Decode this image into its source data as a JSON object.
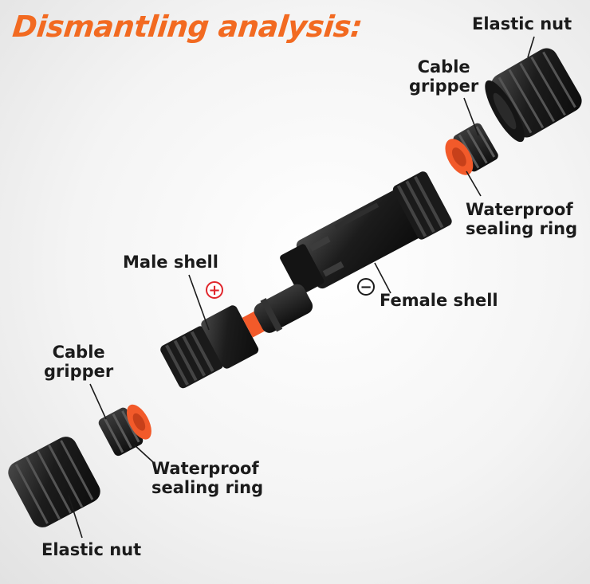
{
  "title": "Dismantling analysis:",
  "labels": {
    "elastic_nut_top": "Elastic nut",
    "cable_gripper_top_line1": "Cable",
    "cable_gripper_top_line2": "gripper",
    "waterproof_top_line1": "Waterproof",
    "waterproof_top_line2": "sealing ring",
    "female_shell": "Female shell",
    "male_shell": "Male shell",
    "cable_gripper_bottom_line1": "Cable",
    "cable_gripper_bottom_line2": "gripper",
    "waterproof_bottom_line1": "Waterproof",
    "waterproof_bottom_line2": "sealing ring",
    "elastic_nut_bottom": "Elastic nut"
  },
  "polarity": {
    "male": "+",
    "female": "−"
  },
  "colors": {
    "title": "#f26a21",
    "seal": "#f25a2a",
    "plus": "#e0262c",
    "part": "#1e1e1e"
  }
}
